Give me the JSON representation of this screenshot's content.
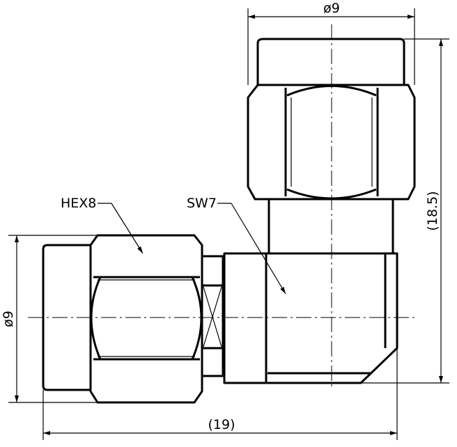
{
  "dimensions": {
    "top_diameter": "ø9",
    "left_diameter": "ø9",
    "height": "(18.5)",
    "length": "(19)"
  },
  "callouts": {
    "hex": "HEX8",
    "wrench": "SW7"
  },
  "colors": {
    "line": "#000000",
    "background": "#ffffff"
  }
}
